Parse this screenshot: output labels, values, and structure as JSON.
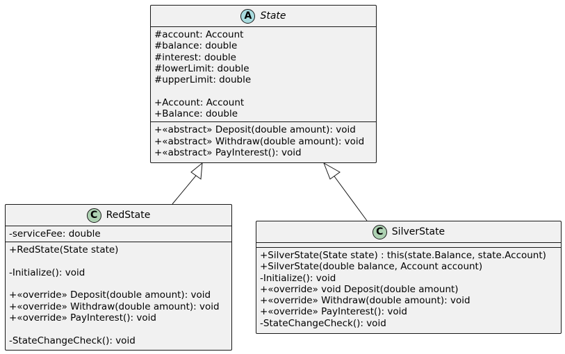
{
  "classes": {
    "state": {
      "name": "State",
      "badge": "A",
      "fields": [
        "#account: Account",
        "#balance: double",
        "#interest: double",
        "#lowerLimit: double",
        "#upperLimit: double",
        "",
        "+Account: Account",
        "+Balance: double"
      ],
      "methods": [
        "+«abstract» Deposit(double amount): void",
        "+«abstract» Withdraw(double amount): void",
        "+«abstract» PayInterest(): void"
      ]
    },
    "red": {
      "name": "RedState",
      "badge": "C",
      "fields": [
        "-serviceFee: double"
      ],
      "methods": [
        "+RedState(State state)",
        "",
        "-Initialize(): void",
        "",
        "+«override» Deposit(double amount): void",
        "+«override» Withdraw(double amount): void",
        "+«override» PayInterest(): void",
        "",
        "-StateChangeCheck(): void"
      ]
    },
    "silver": {
      "name": "SilverState",
      "badge": "C",
      "fields": [],
      "methods": [
        "+SilverState(State state) : this(state.Balance, state.Account)",
        "+SilverState(double balance, Account account)",
        "-Initialize(): void",
        "+«override» void Deposit(double amount)",
        "+«override» Withdraw(double amount): void",
        "+«override» PayInterest(): void",
        "-StateChangeCheck(): void"
      ]
    }
  },
  "colors": {
    "box_fill": "#f1f1f1",
    "border": "#181818",
    "abstract_badge": "#a9dcdf",
    "class_badge": "#add1b2"
  }
}
